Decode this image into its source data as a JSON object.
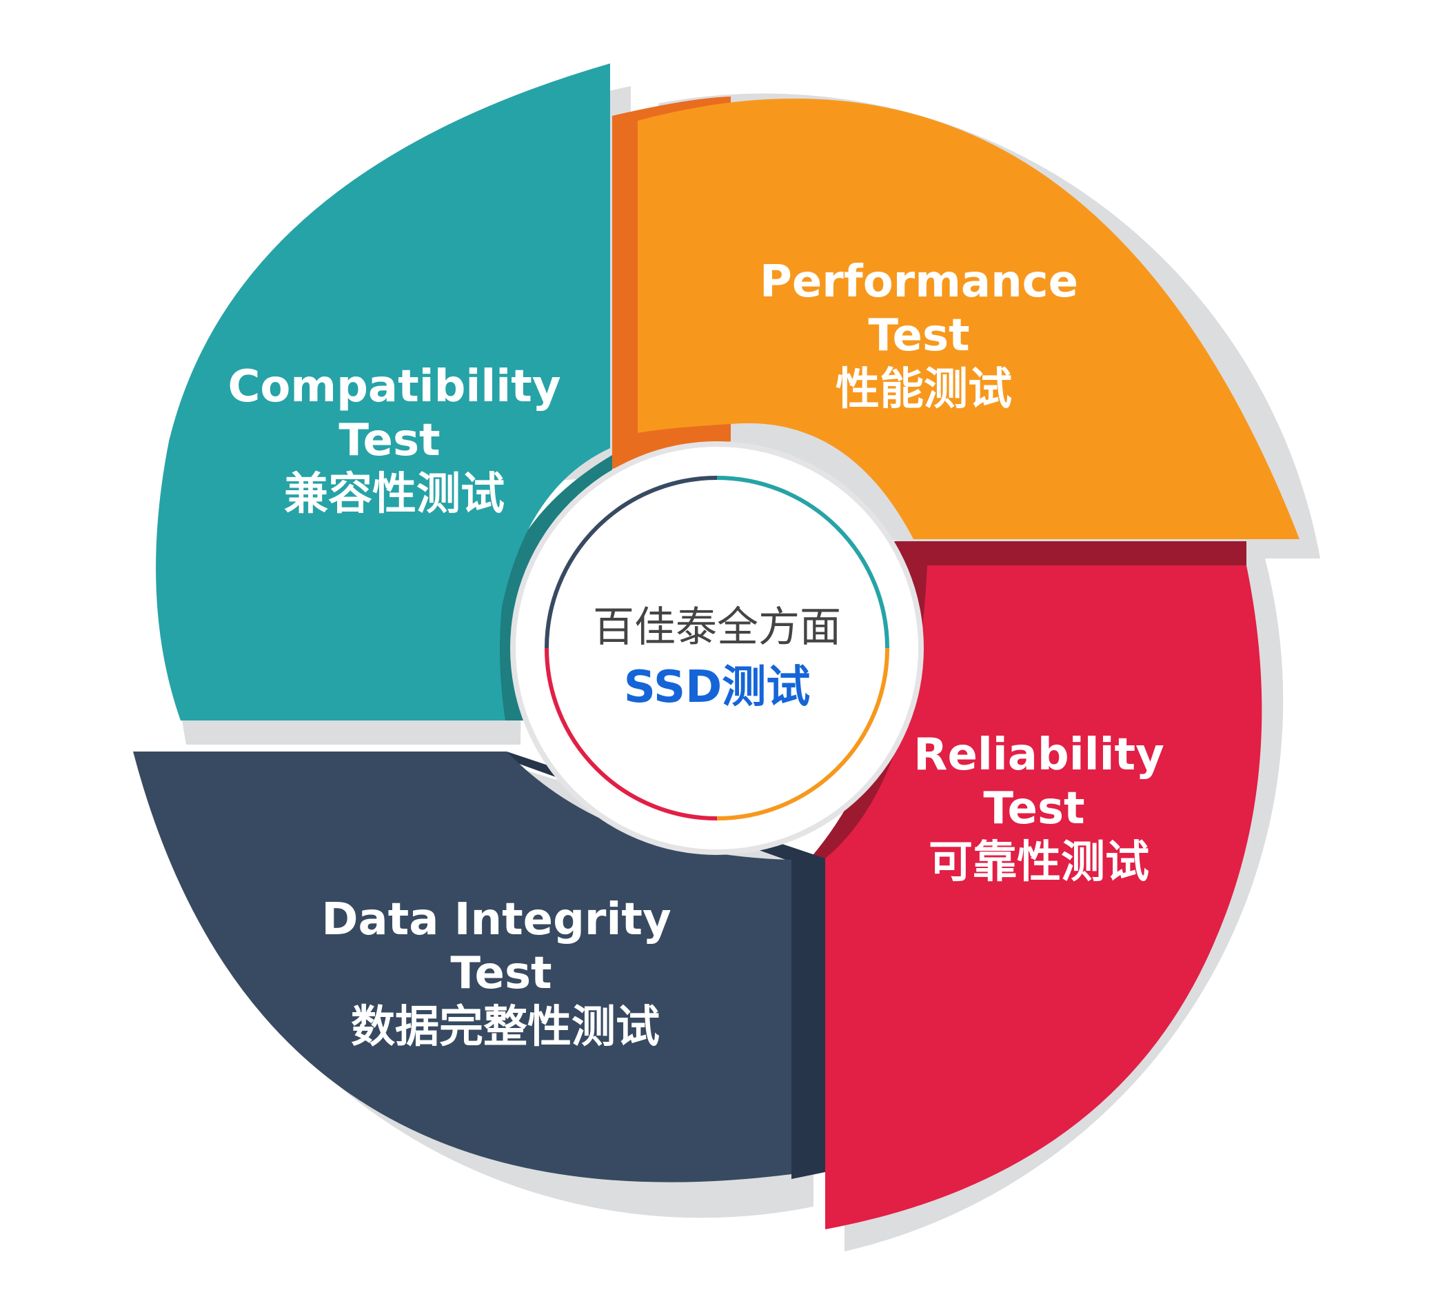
{
  "center": {
    "title": "百佳泰全方面",
    "subtitle": "SSD测试"
  },
  "segments": {
    "performance": {
      "line1": "Performance",
      "line2": "Test",
      "line3": "性能测试"
    },
    "reliability": {
      "line1": "Reliability",
      "line2": "Test",
      "line3": "可靠性测试"
    },
    "data_integrity": {
      "line1": "Data Integrity",
      "line2": "Test",
      "line3": "数据完整性测试"
    },
    "compatibility": {
      "line1": "Compatibility",
      "line2": "Test",
      "line3": "兼容性测试"
    }
  },
  "colors": {
    "performance": "#F7981D",
    "performance_edge": "#E96D1F",
    "reliability": "#E21F45",
    "reliability_edge": "#9B1A30",
    "data_integrity": "#374A61",
    "data_integrity_edge": "#26354A",
    "compatibility": "#26A3A7",
    "compatibility_edge": "#1E7E80",
    "shadow": "#DCDDDF",
    "center_accent": "#1565D8"
  }
}
